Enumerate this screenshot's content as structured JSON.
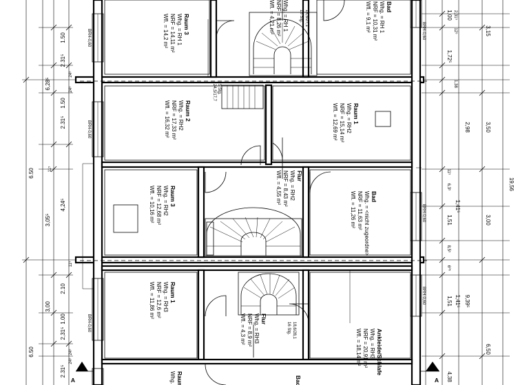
{
  "rooms": [
    {
      "id": "r1",
      "name": "Raum 3",
      "lines": [
        "Whg. = RH 1",
        "NRF = 14,11 m²",
        "Wfl. = 14,2 m²"
      ]
    },
    {
      "id": "r2",
      "name": "",
      "lines": [
        "Whg. = RH 1",
        "NRF = 8,26 m²",
        "Wfl. = 4,21 m²"
      ]
    },
    {
      "id": "r3",
      "name": "Bad",
      "lines": [
        "Whg. = RH 1",
        "NRF = 10,31 m²",
        "Wfl. = 9,1 m²"
      ]
    },
    {
      "id": "r4",
      "name": "Raum 2",
      "lines": [
        "Whg. = RH2",
        "NRF = 17,33 m²",
        "Wfl. = 16,32 m²"
      ]
    },
    {
      "id": "r5",
      "name": "Raum 1",
      "lines": [
        "Whg. = RH2",
        "NRF = 15,14 m²",
        "Wfl. = 12,69 m²"
      ]
    },
    {
      "id": "r6",
      "name": "Flur",
      "lines": [
        "Whg. = RH2",
        "NRF = 8,43 m²",
        "Wfl. = 4,55 m²"
      ]
    },
    {
      "id": "r7",
      "name": "Raum 3",
      "lines": [
        "Whg. = RH2",
        "NRF = 12,68 m²",
        "Wfl. = 10,16 m²"
      ]
    },
    {
      "id": "r8",
      "name": "Bad",
      "lines": [
        "Whg. = <nicht zugeordne>",
        "NRF = 11,63 m²",
        "Wfl. = 11,26 m²"
      ]
    },
    {
      "id": "r9",
      "name": "Raum 1",
      "lines": [
        "Whg. = RH3",
        "NRF = 12,6 m²",
        "Wfl. = 11,86 m²"
      ]
    },
    {
      "id": "r10",
      "name": "Flur",
      "lines": [
        "Whg. = RH3",
        "NRF = 8,9 m²",
        "Wfl. = 4,3 m²"
      ]
    },
    {
      "id": "r11",
      "name": "Ankleide/Schlafe",
      "lines": [
        "Whg. = RH3",
        "NRF = 20,91 m²",
        "Wfl. = 18,14 m²"
      ]
    },
    {
      "id": "r12",
      "name": "Raum",
      "lines": [
        "Whg."
      ]
    },
    {
      "id": "r13",
      "name": "Bad",
      "lines": []
    }
  ],
  "stairs": [
    {
      "id": "s1",
      "label": "16 Stg.",
      "sub": "18,5/27,1"
    },
    {
      "id": "s2",
      "label": "5 Stg.",
      "sub": "24,5/17,7"
    },
    {
      "id": "s3",
      "label": "16 Stg.",
      "sub": "18,6/28,1"
    }
  ],
  "openings": {
    "o1": "BRH-0,60",
    "o2": "BRH-0,60",
    "o3": "BRH-0,60",
    "o4": "BRH-0,60",
    "o5": "BRH-0,60",
    "o6": "BRH-0,60",
    "o7": "BRH-0,60"
  },
  "dims_left": {
    "outer": [
      "6.50",
      "6.50"
    ],
    "mid": [
      "6,28⁵",
      "4,24⁵",
      "3,00"
    ],
    "inner": [
      "1.50",
      "2.31⁵",
      "2.31⁵",
      "1.50",
      "3,05⁵",
      "2.10",
      "1.00",
      "2,31⁵",
      "2.31⁵"
    ],
    "small": [
      "24⁵",
      "24⁵",
      "11⁵",
      "11⁵",
      "24⁵",
      "24⁵",
      "24⁵",
      "24⁵",
      "24⁵"
    ]
  },
  "dims_right": {
    "far": [
      "19,56"
    ],
    "mid2": [
      "3,15",
      "3,50",
      "3,00",
      "9,39⁵",
      "6,50"
    ],
    "mid": [
      "1,00",
      "1,72⁵",
      "2,98",
      "1,51",
      "1,41⁵",
      "1,51",
      "1,41⁵",
      "4,38"
    ],
    "small": [
      "2,31⁵",
      "12⁵",
      "1,38",
      "11⁵",
      "6,3⁵",
      "8,5⁵",
      "6⁰⁵"
    ]
  },
  "section_marks": [
    "A",
    "A"
  ]
}
